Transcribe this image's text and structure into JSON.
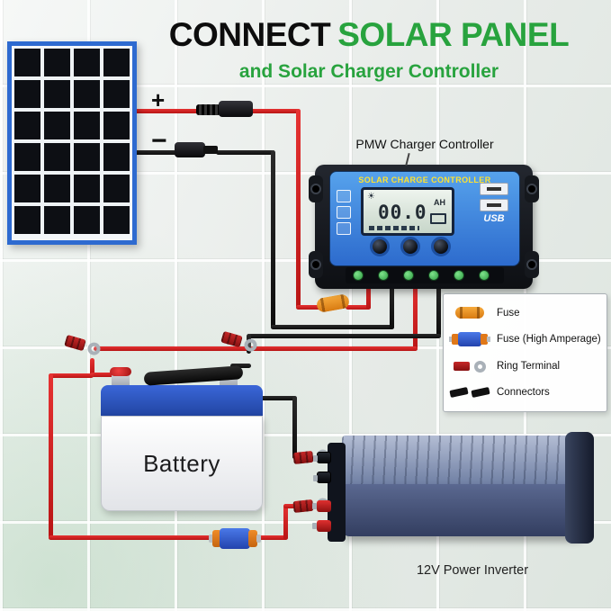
{
  "title": {
    "part1": "CONNECT",
    "part2": "SOLAR PANEL",
    "subtitle": "and Solar Charger Controller"
  },
  "panel": {
    "polarity_plus": "+",
    "polarity_minus": "−"
  },
  "controller": {
    "caption": "PMW Charger Controller",
    "screen_title": "SOLAR CHARGE CONTROLLER",
    "lcd_value": "00.0",
    "lcd_unit": "AH",
    "usb_label": "USB"
  },
  "legend": {
    "items": [
      {
        "label": "Fuse",
        "icon": "fuse-icon"
      },
      {
        "label": "Fuse (High Amperage)",
        "icon": "high-amperage-fuse-icon"
      },
      {
        "label": "Ring Terminal",
        "icon": "ring-terminal-icon"
      },
      {
        "label": "Connectors",
        "icon": "connectors-icon"
      }
    ]
  },
  "battery": {
    "label": "Battery"
  },
  "inverter": {
    "label": "12V Power Inverter"
  },
  "icons": {
    "sun": "☀"
  },
  "colors": {
    "title_green": "#28a33e",
    "wire_red": "#d81f1f",
    "wire_black": "#1a1a1a",
    "controller_blue": "#3b82dd",
    "panel_frame_blue": "#2e6ad0",
    "terminal_screw_green": "#3fb454"
  }
}
